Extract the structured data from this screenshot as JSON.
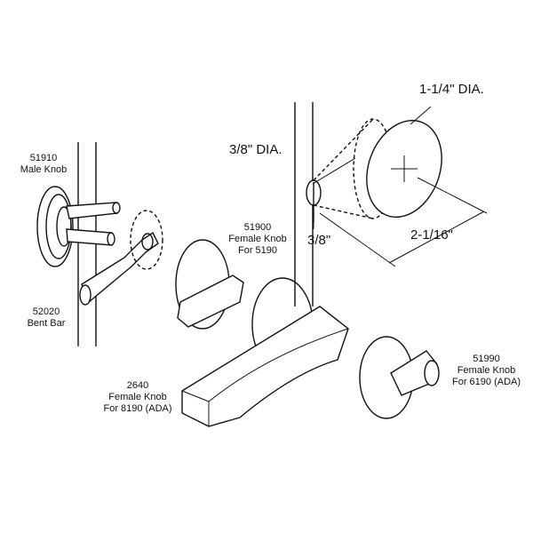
{
  "dimensions": {
    "knob_dia": "1-1/4\" DIA.",
    "hole_dia": "3/8\" DIA.",
    "hole_offset": "3/8\"",
    "depth": "2-1/16\""
  },
  "parts": [
    {
      "number": "51910",
      "name": "Male Knob"
    },
    {
      "number": "51900",
      "name": "Female Knob",
      "note": "For 5190"
    },
    {
      "number": "52020",
      "name": "Bent Bar"
    },
    {
      "number": "2640",
      "name": "Female Knob",
      "note": "For 8190 (ADA)"
    },
    {
      "number": "51990",
      "name": "Female Knob",
      "note": "For 6190 (ADA)"
    }
  ]
}
